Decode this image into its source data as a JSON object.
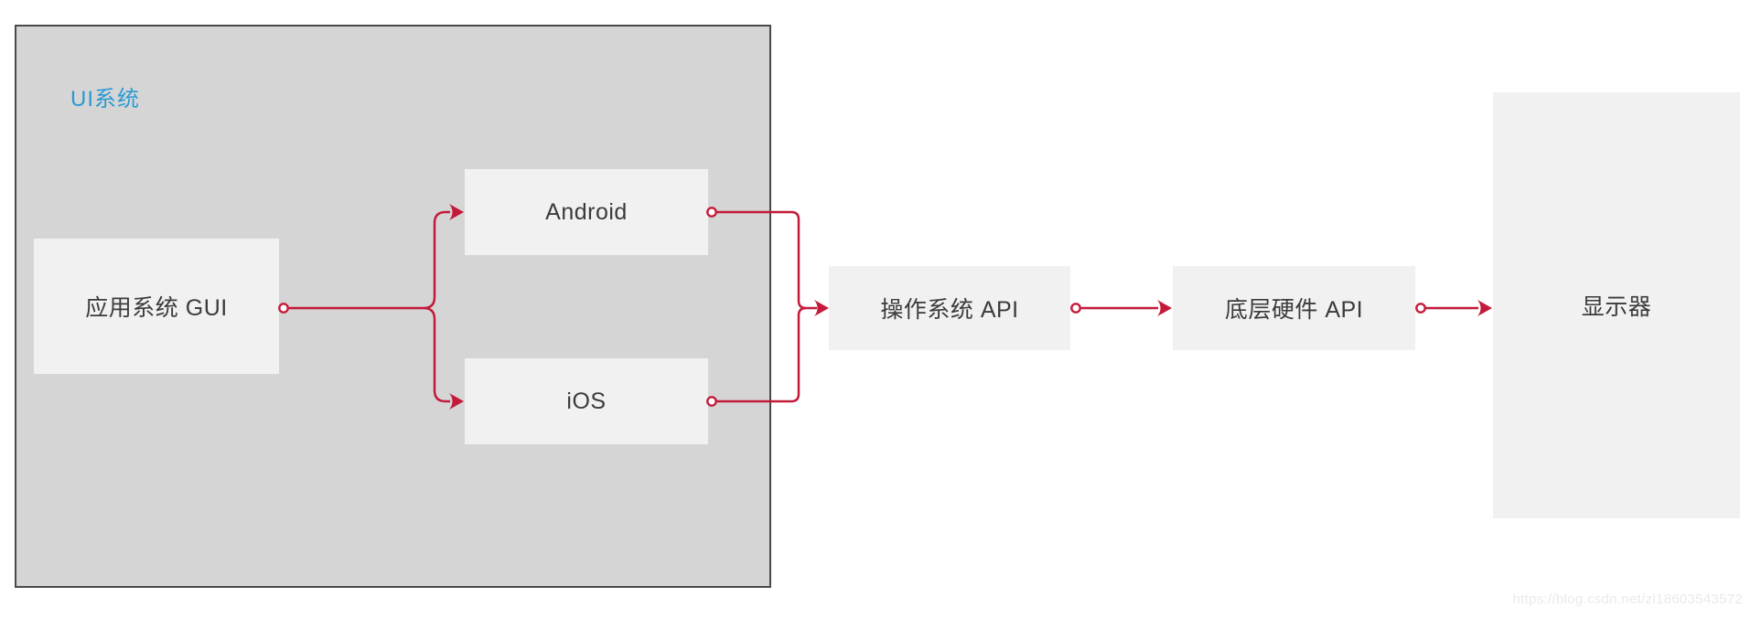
{
  "colors": {
    "accent_red": "#c41a3a",
    "label_blue": "#2b9ad3",
    "container_fill": "#d5d5d5",
    "container_border": "#4a4a4a",
    "node_fill": "#f1f1f1",
    "node_text": "#3b3b3b",
    "watermark_gray": "#eaeae8",
    "page_bg": "#ffffff"
  },
  "diagram": {
    "group": {
      "label": "UI系统"
    },
    "nodes": {
      "app_gui": {
        "label": "应用系统 GUI"
      },
      "android": {
        "label": "Android"
      },
      "ios": {
        "label": "iOS"
      },
      "os_api": {
        "label": "操作系统 API"
      },
      "hw_api": {
        "label": "底层硬件 API"
      },
      "display": {
        "label": "显示器"
      }
    },
    "edges": [
      {
        "from": "应用系统 GUI",
        "to": "Android"
      },
      {
        "from": "应用系统 GUI",
        "to": "iOS"
      },
      {
        "from": "Android",
        "to": "操作系统 API"
      },
      {
        "from": "iOS",
        "to": "操作系统 API"
      },
      {
        "from": "操作系统 API",
        "to": "底层硬件 API"
      },
      {
        "from": "底层硬件 API",
        "to": "显示器"
      }
    ]
  },
  "watermark": {
    "text": "https://blog.csdn.net/zl18603543572"
  }
}
